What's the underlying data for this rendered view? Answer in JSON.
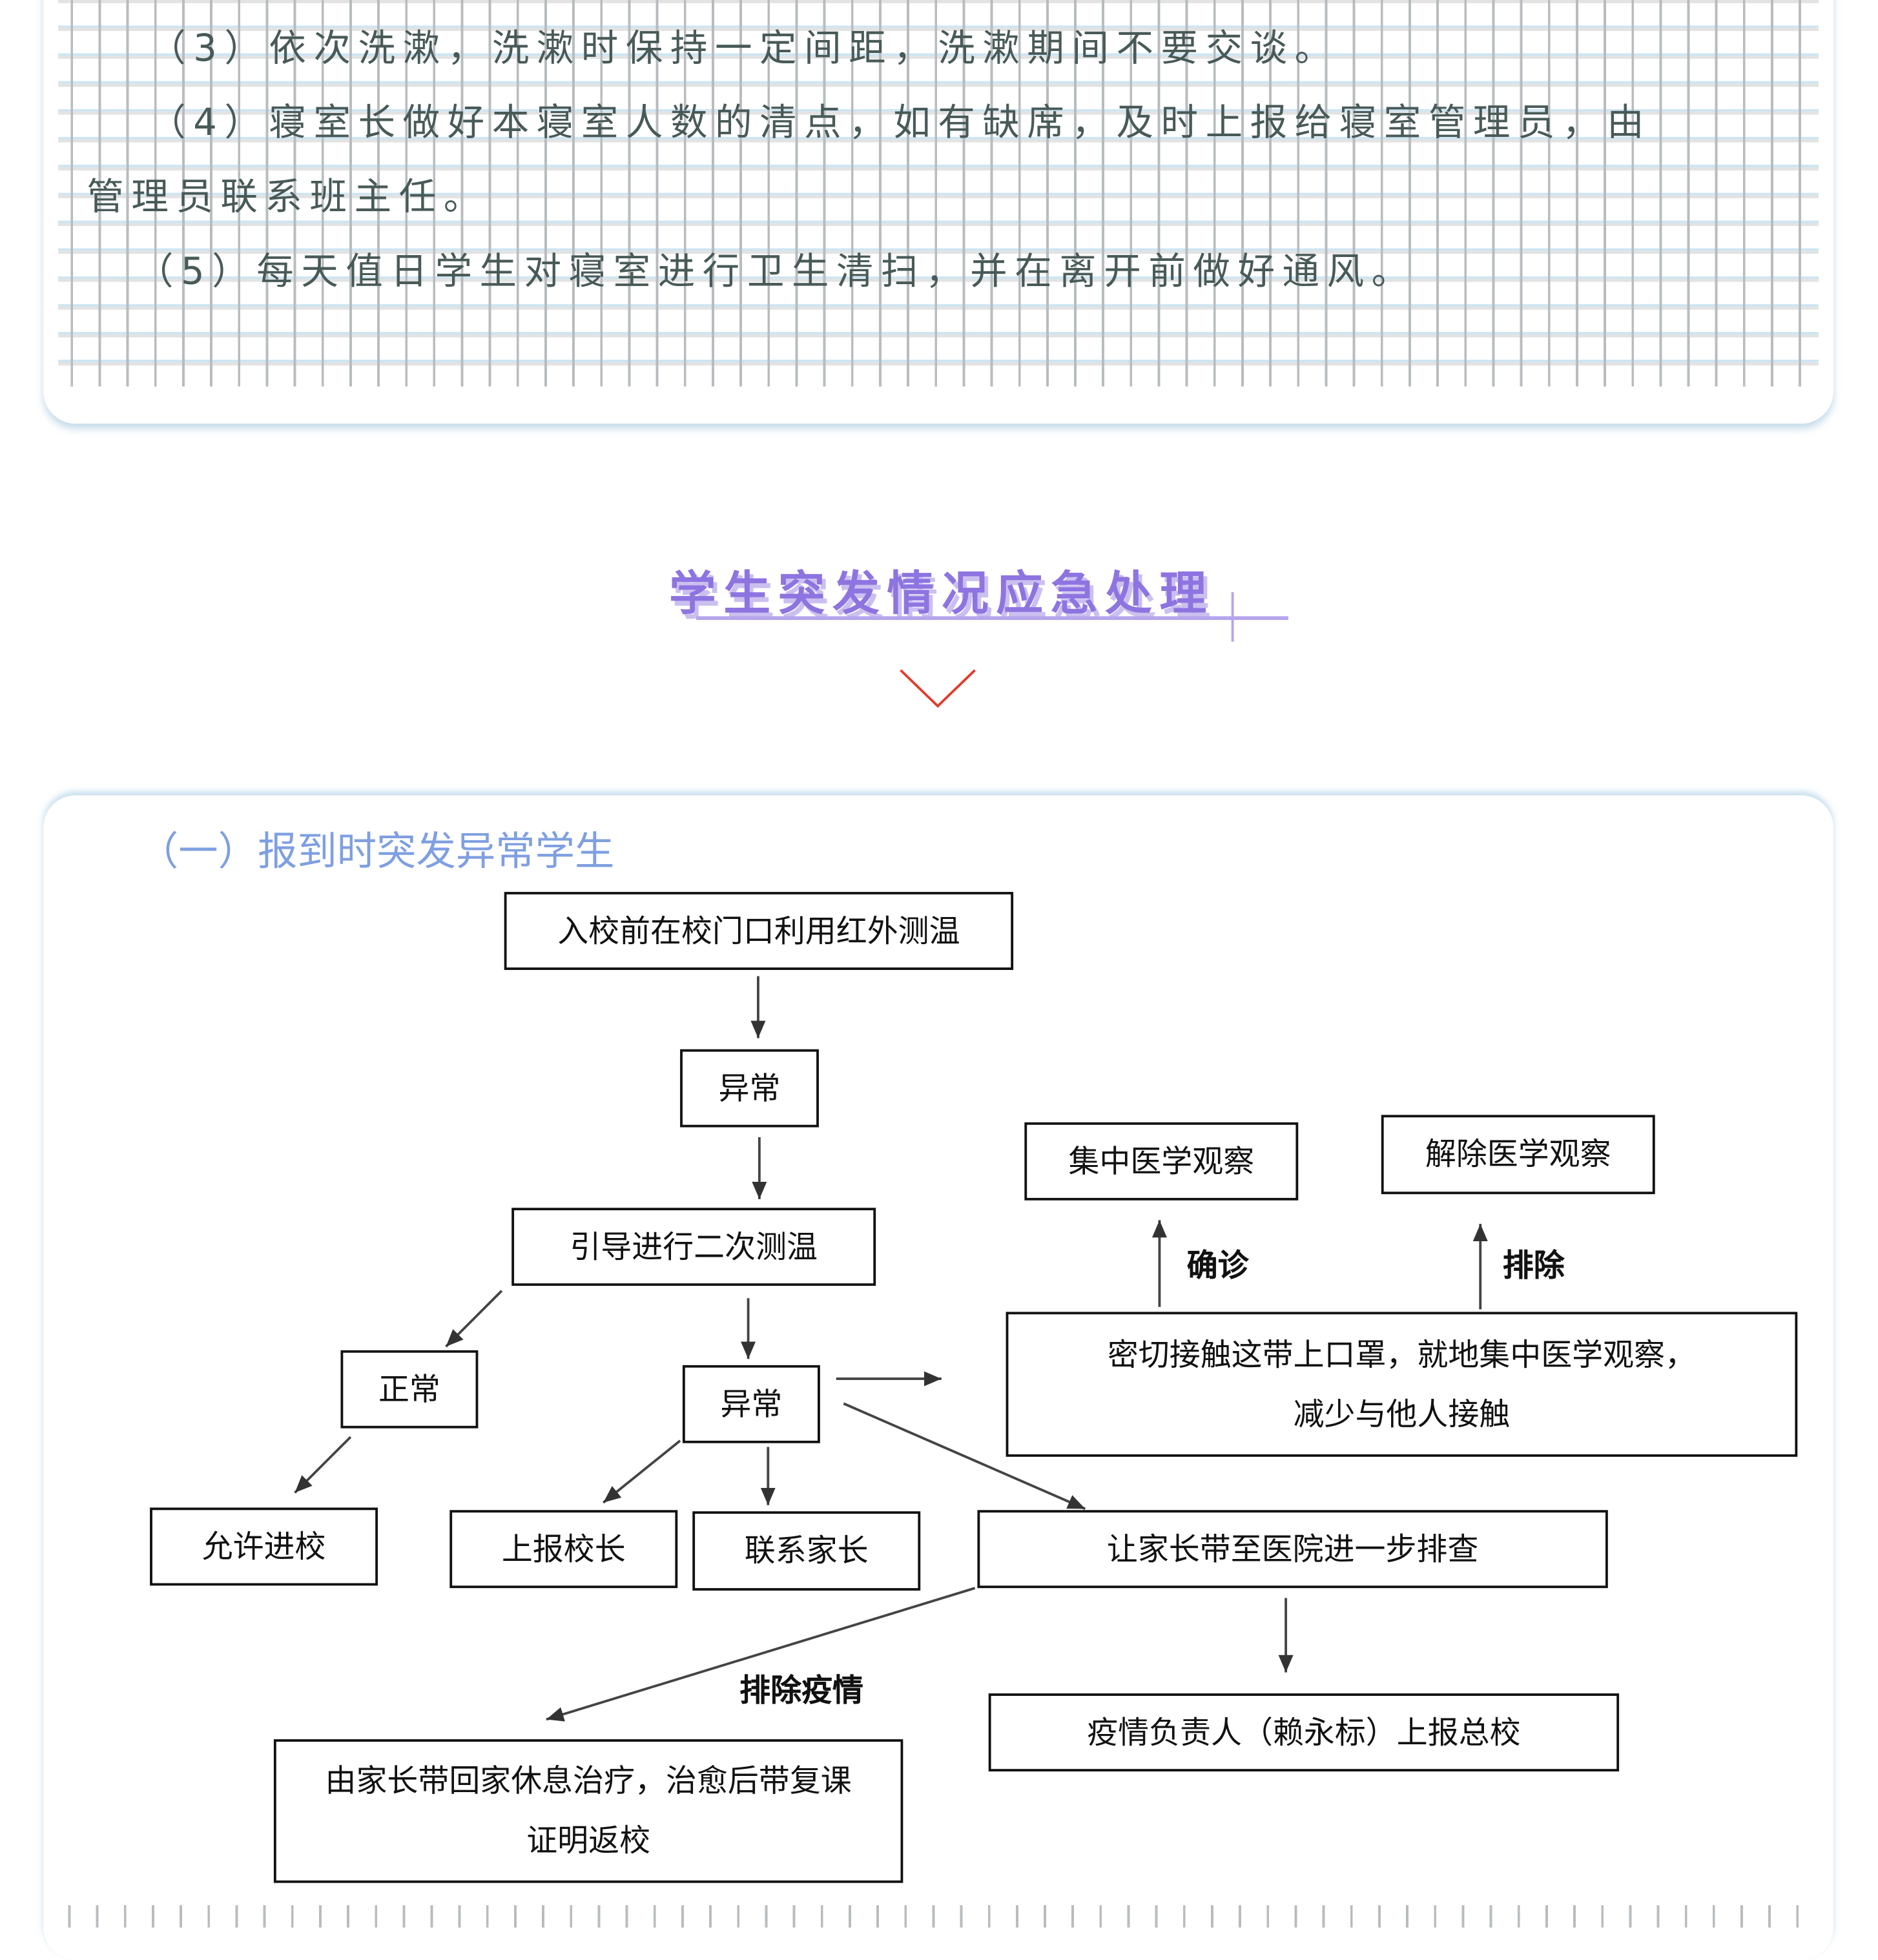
{
  "rules": {
    "p3": "（3）依次洗漱，洗漱时保持一定间距，洗漱期间不要交谈。",
    "p4a": "（4）寝室长做好本寝室人数的清点，如有缺席，及时上报给寝室管理员，由",
    "p4b": "管理员联系班主任。",
    "p5": "（5）每天值日学生对寝室进行卫生清扫，并在离开前做好通风。"
  },
  "section": {
    "title": "学生突发情况应急处理",
    "icon": "chevron-down-icon",
    "accent": "#8e74e0",
    "chevron_color": "#e23b2b"
  },
  "flow": {
    "subtitle": "（一）报到时突发异常学生",
    "nodes": {
      "entry": "入校前在校门口利用红外测温",
      "abnormal1": "异常",
      "retest": "引导进行二次测温",
      "normal": "正常",
      "abnormal2": "异常",
      "allow": "允许进校",
      "report_principal": "上报校长",
      "contact_parents": "联系家长",
      "hospital": "让家长带至医院进一步排查",
      "close_contact_1": "密切接触这带上口罩，就地集中医学观察，",
      "close_contact_2": "减少与他人接触",
      "central_obs": "集中医学观察",
      "release_obs": "解除医学观察",
      "report_hq": "疫情负责人（赖永标）上报总校",
      "home_1": "由家长带回家休息治疗，治愈后带复课",
      "home_2": "证明返校"
    },
    "labels": {
      "confirmed": "确诊",
      "excluded": "排除",
      "epidemic_excluded": "排除疫情"
    }
  }
}
